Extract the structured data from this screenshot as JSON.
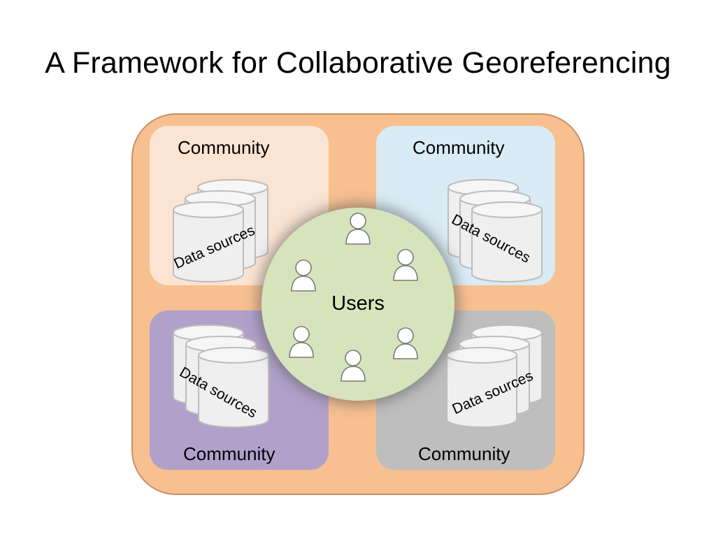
{
  "title": "A Framework for Collaborative Georeferencing",
  "communities": [
    {
      "label": "Community",
      "data_sources": "Data sources"
    },
    {
      "label": "Community",
      "data_sources": "Data sources"
    },
    {
      "label": "Community",
      "data_sources": "Data sources"
    },
    {
      "label": "Community",
      "data_sources": "Data sources"
    }
  ],
  "users": {
    "label": "Users",
    "person_icon": "person-icon",
    "count": 6
  },
  "colors": {
    "frame": "#f8c090",
    "community_top_left": "#fce4d2",
    "community_top_right": "#d9ebf4",
    "community_bottom_left": "#b1a1ca",
    "community_bottom_right": "#bebebe",
    "users_circle": "#d6e4bc"
  }
}
